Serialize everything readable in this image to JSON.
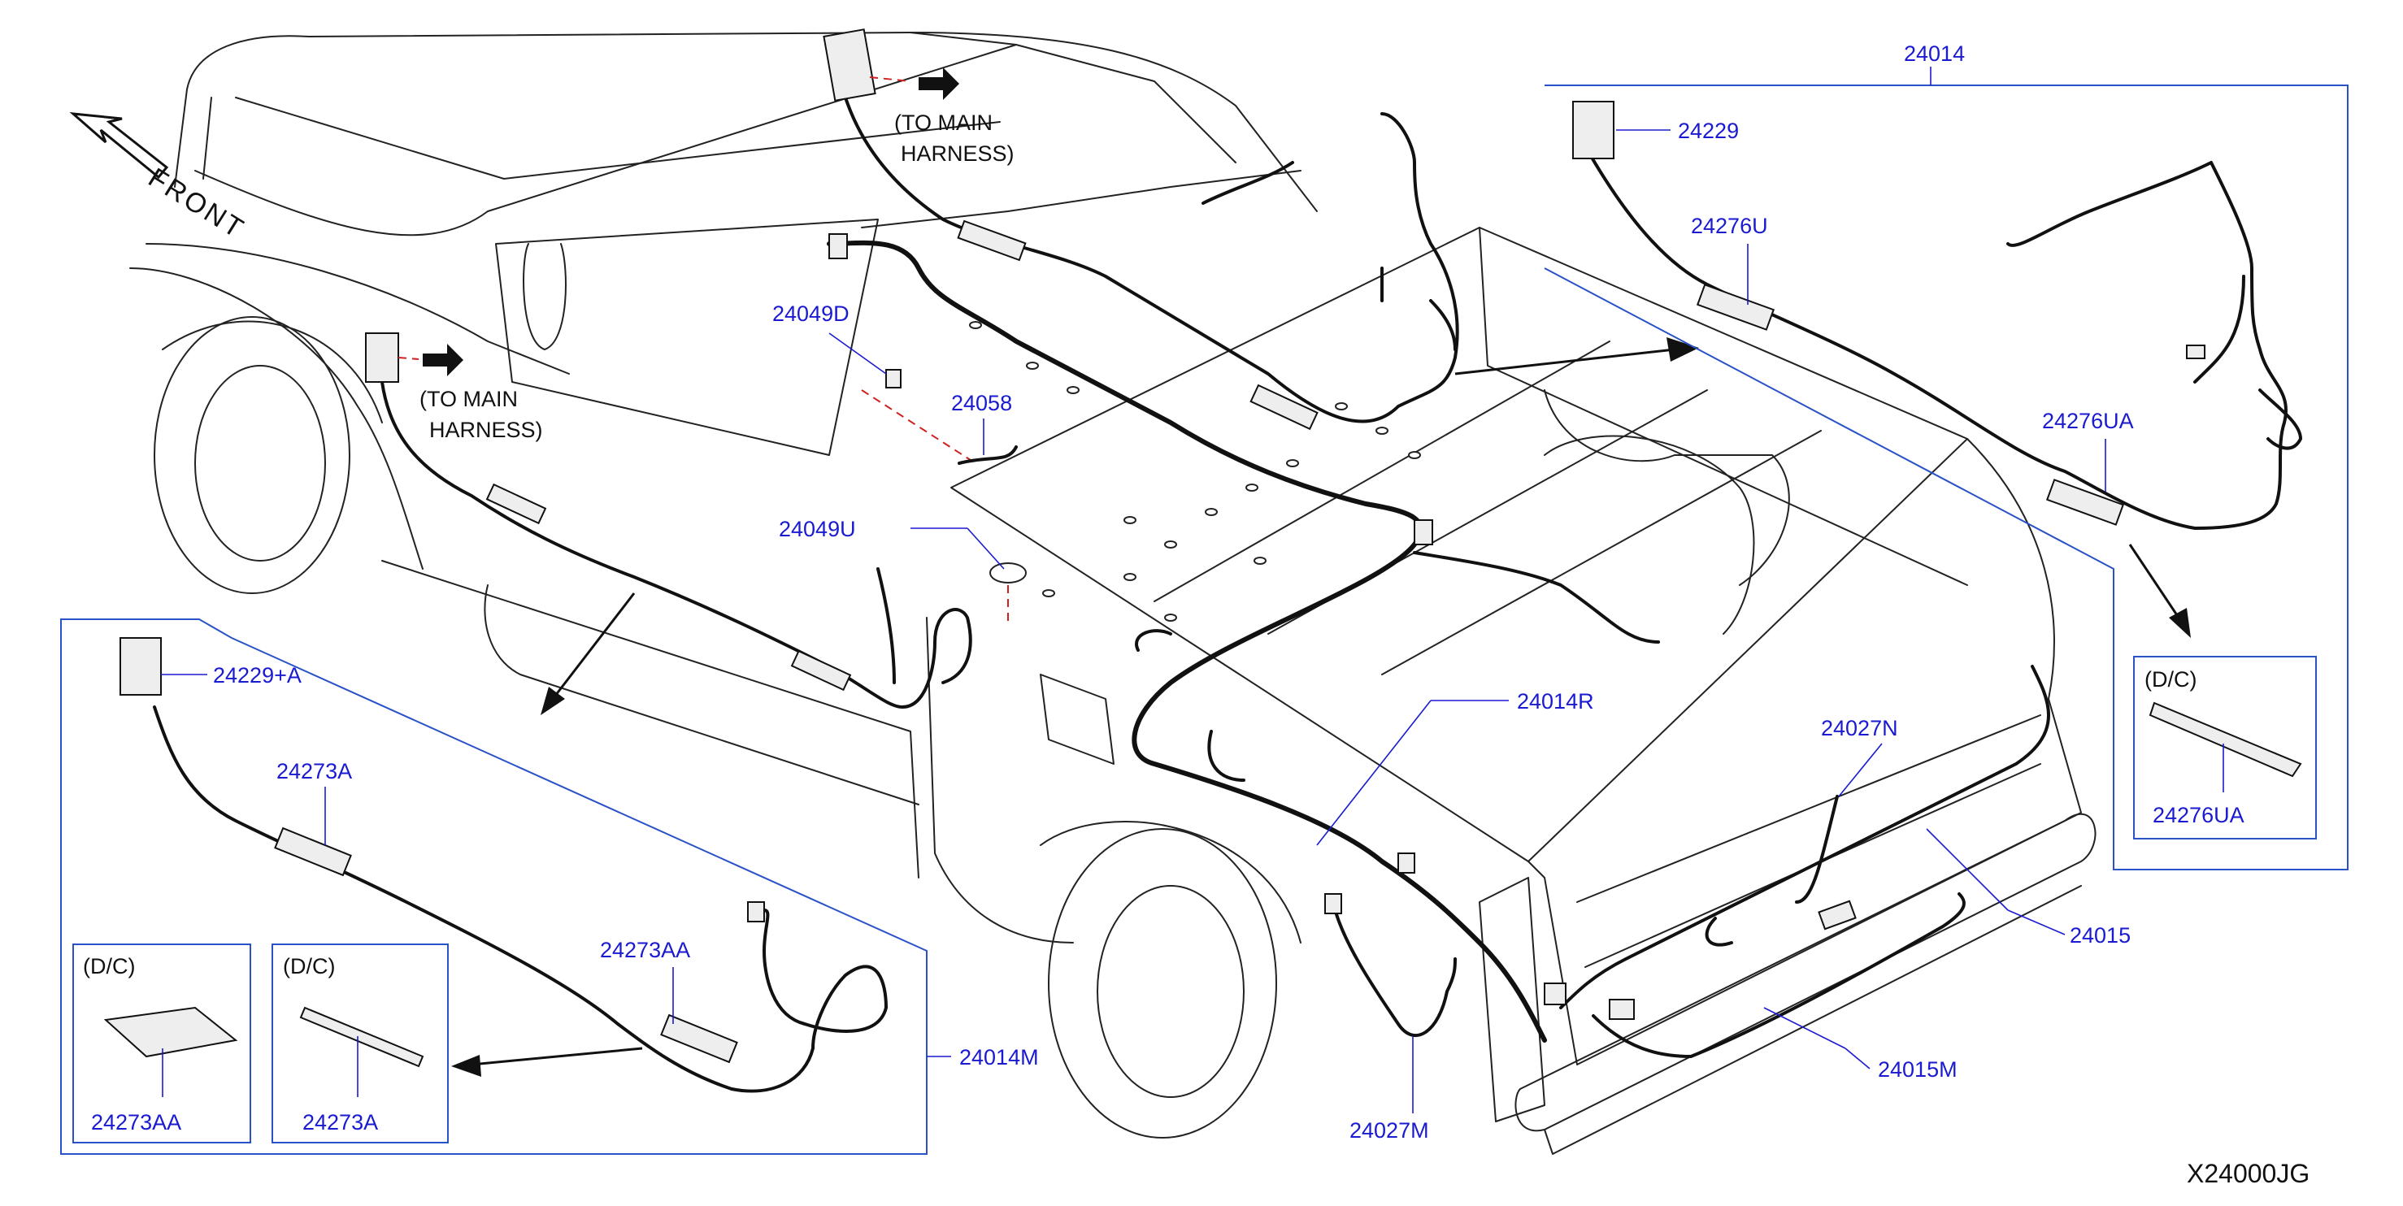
{
  "colors": {
    "part_number": "#1a1ad0",
    "frame": "#2a52c8",
    "leader": "#1a1ad0",
    "dashed": "#d02020"
  },
  "labels": {
    "front": "FRONT",
    "to_main_harness_1": "(TO   MAIN",
    "harness_1": "HARNESS)",
    "to_main_harness_2": "(TO   MAIN",
    "harness_2": "HARNESS)",
    "diagram_code": "X24000JG"
  },
  "parts": {
    "p24014": "24014",
    "p24229": "24229",
    "p24276U": "24276U",
    "p24276UA": "24276UA",
    "p24049D": "24049D",
    "p24058": "24058",
    "p24049U": "24049U",
    "p24229A": "24229+A",
    "p24273A": "24273A",
    "p24273AA": "24273AA",
    "p24014M": "24014M",
    "p24014R": "24014R",
    "p24027N": "24027N",
    "p24015": "24015",
    "p24015M": "24015M",
    "p24027M": "24027M"
  },
  "insets": {
    "dc_right": {
      "tag": "(D/C)",
      "part": "24276UA"
    },
    "dc_left_1": {
      "tag": "(D/C)",
      "part": "24273AA"
    },
    "dc_left_2": {
      "tag": "(D/C)",
      "part": "24273A"
    }
  }
}
